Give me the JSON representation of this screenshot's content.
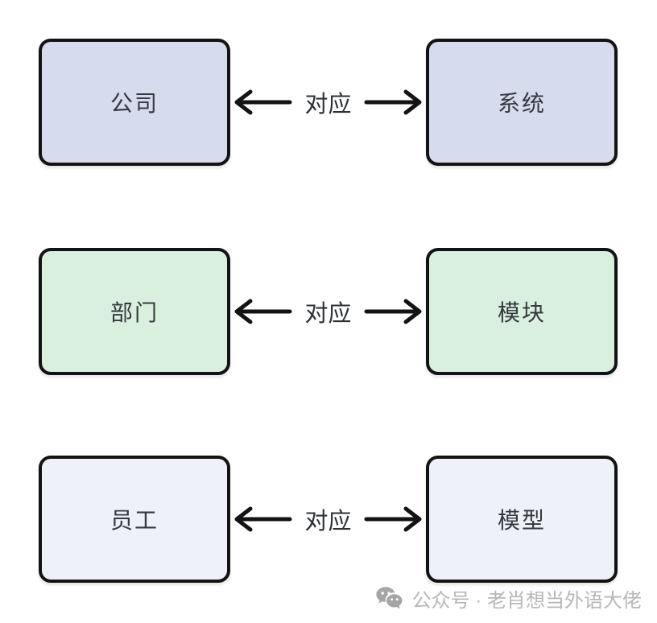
{
  "diagram": {
    "rows": [
      {
        "left": "公司",
        "right": "系统",
        "relation": "对应",
        "fill": "#d7dbee"
      },
      {
        "left": "部门",
        "right": "模块",
        "relation": "对应",
        "fill": "#daf0de"
      },
      {
        "left": "员工",
        "right": "模型",
        "relation": "对应",
        "fill": "#eef1f8"
      }
    ]
  },
  "watermark": {
    "text": "公众号 · 老肖想当外语大佬"
  },
  "colors": {
    "box_border": "#131313",
    "box_text": "#35383f",
    "arrow": "#131313",
    "watermark_text": "#b7b7b7",
    "watermark_icon": "#a6a6a6",
    "background": "#ffffff"
  }
}
